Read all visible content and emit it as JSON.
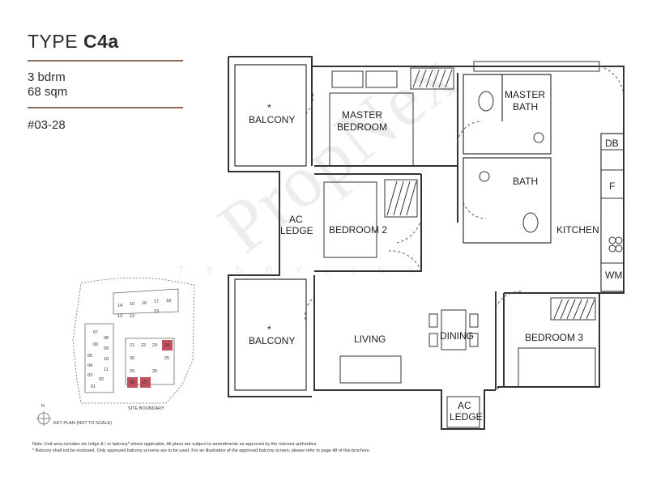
{
  "header": {
    "type_prefix": "TYPE",
    "type_code": "C4a",
    "bedrooms": "3 bdrm",
    "area": "68 sqm",
    "unit_number": "#03-28"
  },
  "rooms": {
    "balcony_top": "BALCONY",
    "balcony_bottom": "BALCONY",
    "balcony_marker": "*",
    "master_bedroom_1": "MASTER",
    "master_bedroom_2": "BEDROOM",
    "master_bath_1": "MASTER",
    "master_bath_2": "BATH",
    "bath": "BATH",
    "db": "DB",
    "fridge": "F",
    "kitchen": "KITCHEN",
    "wm": "WM",
    "ac_ledge_1": "AC",
    "ac_ledge_2": "LEDGE",
    "bedroom_2": "BEDROOM 2",
    "living": "LIVING",
    "dining": "DINING",
    "bedroom_3": "BEDROOM 3",
    "ac_ledge_bottom_1": "AC",
    "ac_ledge_bottom_2": "LEDGE"
  },
  "key_plan": {
    "caption": "KEY PLAN (NOT TO SCALE)",
    "site_boundary": "SITE BOUNDARY",
    "north": "N",
    "units": [
      "14",
      "15",
      "16",
      "17",
      "18",
      "19",
      "13",
      "12",
      "07",
      "08",
      "06",
      "09",
      "05",
      "10",
      "04",
      "11",
      "03",
      "02",
      "01",
      "21",
      "22",
      "23",
      "24",
      "30",
      "25",
      "26",
      "27",
      "28",
      "29"
    ],
    "highlighted": [
      "24",
      "28",
      "27"
    ],
    "highlight_color": "#c0505e"
  },
  "notes": {
    "line1": "Note: Unit area includes a/c ledge & / or balcony* where applicable. All plans are subject to amendments as approved by the relevant authorities.",
    "line2": "* Balcony shall not be enclosed. Only approved balcony screens are to be used. For an illustration of the approved balcony screen, please refer to page 48 of this brochure."
  },
  "watermark": {
    "main": "PropNex",
    "sub": "TEDDYLIN"
  }
}
